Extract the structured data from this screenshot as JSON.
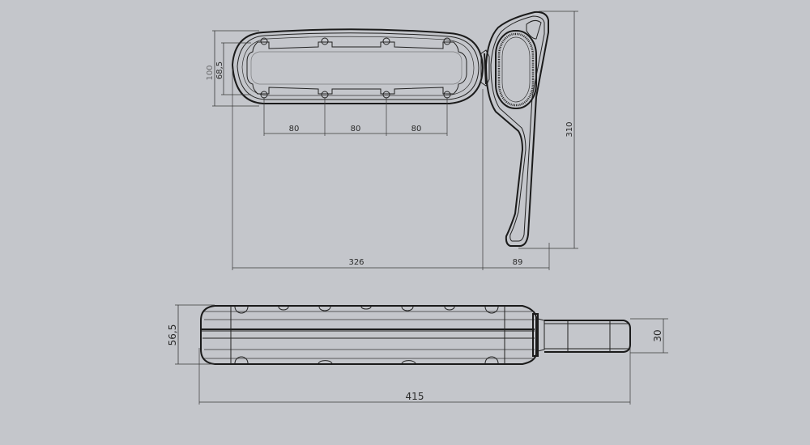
{
  "drawing": {
    "title": "Armrest technical drawing",
    "background_color": "#c4c6cb",
    "line_color": "#1b1b1b",
    "views": {
      "top_view": {
        "description": "Armrest pad top view with support arm",
        "mounting_holes": 8
      },
      "side_view": {
        "description": "Armrest side view with arm tube"
      }
    },
    "dimensions": {
      "pad_overall_width": "100",
      "pad_inner_width": "68,5",
      "hole_spacing_1": "80",
      "hole_spacing_2": "80",
      "hole_spacing_3": "80",
      "pad_length": "326",
      "arm_offset": "89",
      "arm_height": "310",
      "side_height": "56,5",
      "tube_diameter": "30",
      "overall_length": "415"
    }
  }
}
